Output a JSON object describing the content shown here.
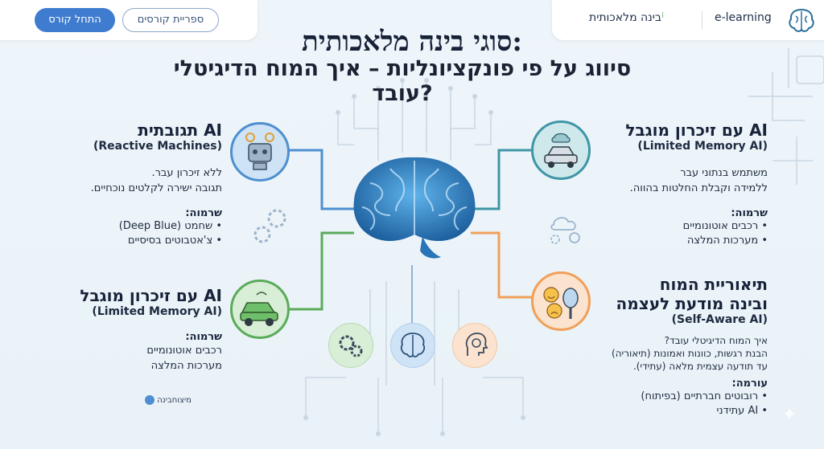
{
  "header": {
    "brand_name": "e-learning",
    "nav_item": "בינה מלאכותית",
    "catalog_button": "ספריית קורסים",
    "start_button": "התחל קורס"
  },
  "title": {
    "main": "סוגי בינה מלאכותית:",
    "sub": "סיווג על פי פונקציונליות – איך המוח הדיגיטלי עובד?"
  },
  "sections": {
    "reactive": {
      "title": "AI תגובתית",
      "subtitle": "(Reactive Machines)",
      "desc1": "ללא זיכרון עבר.",
      "desc2": "תגובה ישירה לקלטים נוכחיים.",
      "examples_label": "שרמוה:",
      "examples": [
        "שחמט (Deep Blue)",
        "צ'אטבוטים בסיסיים"
      ]
    },
    "limited_left": {
      "title": "AI עם זיכרון מוגבל",
      "subtitle": "(Limited Memory AI)",
      "examples_label": "שרמוה:",
      "examples": [
        "רכבים אוטונומיים",
        "מערכות המלצה"
      ]
    },
    "limited_right": {
      "title": "AI עם זיכרון מוגבל",
      "subtitle": "(Limited Memory AI)",
      "desc1": "משתמש בנתוני עבר",
      "desc2": "ללמידה וקבלת החלטות בהווה.",
      "examples_label": "שרמוה:",
      "examples": [
        "רכבים אוטונומיים",
        "מערכות המלצה"
      ]
    },
    "theory": {
      "title1": "תיאוריית המוח",
      "title2": "ובינה מודעת לעצמה",
      "subtitle": "(Self-Aware AI)",
      "desc1": "איך המוח הדיגיטלי עובד?",
      "desc2": "הבנת רגשות, כוונות ואמונות (תיאוריה)",
      "desc3": "עד תודעה עצמית מלאה (עתידי).",
      "examples_label": "עורמה:",
      "examples": [
        "רובוטים חברתיים (בפיתוח)",
        "AI עתידני"
      ]
    }
  },
  "footer_logo_text": "מיצוחבינה",
  "colors": {
    "reactive": "#4d8fcf",
    "limited": "#5aab5a",
    "limited_right": "#3f96a6",
    "theory": "#f0a05a",
    "primary_button": "#3f7cd0"
  }
}
